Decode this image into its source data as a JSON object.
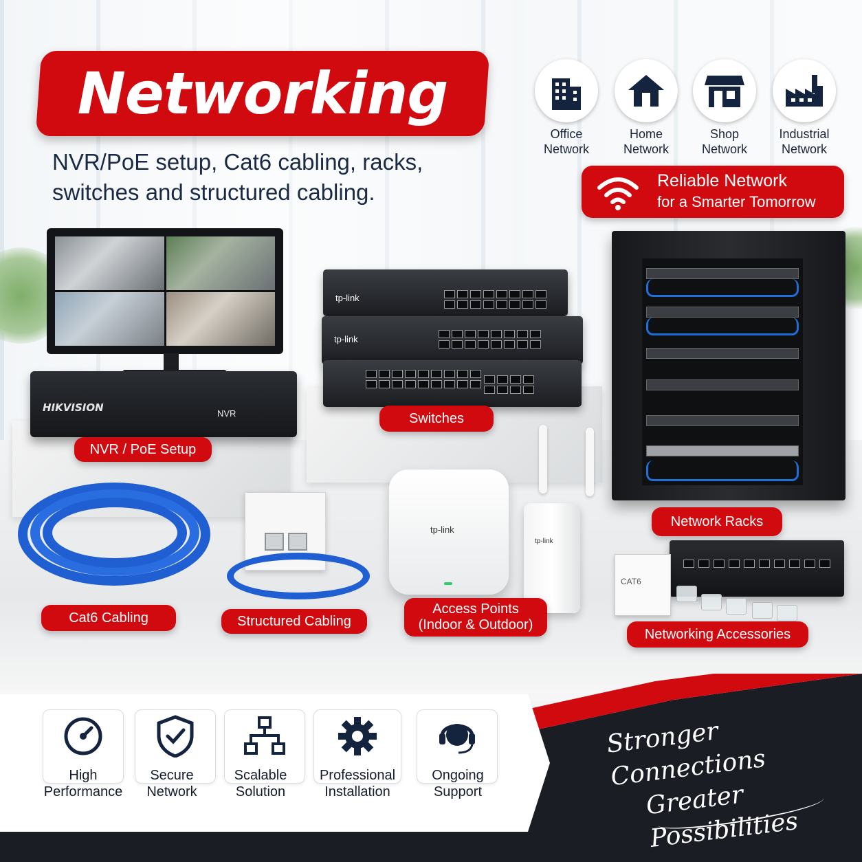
{
  "header": {
    "title": "Networking",
    "subtitle_line1": "NVR/PoE setup, Cat6 cabling, racks,",
    "subtitle_line2": "switches and structured cabling."
  },
  "network_types": [
    {
      "label_line1": "Office",
      "label_line2": "Network",
      "icon": "office-building-icon"
    },
    {
      "label_line1": "Home",
      "label_line2": "Network",
      "icon": "home-icon"
    },
    {
      "label_line1": "Shop",
      "label_line2": "Network",
      "icon": "shop-icon"
    },
    {
      "label_line1": "Industrial",
      "label_line2": "Network",
      "icon": "factory-icon"
    }
  ],
  "reliable": {
    "line1": "Reliable Network",
    "line2": "for a Smarter Tomorrow",
    "icon": "wifi-icon"
  },
  "products": {
    "nvr_brand": "HIKVISION",
    "nvr_model": "NVR",
    "switch_brand": "tp-link",
    "ap_brand": "tp-link",
    "keystone_label": "CAT6"
  },
  "tags": {
    "switches": "Switches",
    "nvr": "NVR / PoE Setup",
    "racks": "Network Racks",
    "cat6": "Cat6 Cabling",
    "structured": "Structured Cabling",
    "ap_line1": "Access Points",
    "ap_line2": "(Indoor & Outdoor)",
    "accessories": "Networking Accessories"
  },
  "features": [
    {
      "line1": "High",
      "line2": "Performance",
      "icon": "speedometer-icon"
    },
    {
      "line1": "Secure",
      "line2": "Network",
      "icon": "shield-check-icon"
    },
    {
      "line1": "Scalable",
      "line2": "Solution",
      "icon": "network-hierarchy-icon"
    },
    {
      "line1": "Professional",
      "line2": "Installation",
      "icon": "gear-icon"
    },
    {
      "line1": "Ongoing",
      "line2": "Support",
      "icon": "headset-icon"
    }
  ],
  "tagline": {
    "line1": "Stronger Connections",
    "line2": "Greater Possibilities"
  },
  "colors": {
    "brand_red": "#d10a10",
    "navy": "#1b2a44",
    "cable_blue": "#1f5fd1",
    "dark_footer": "#1a1d24"
  }
}
